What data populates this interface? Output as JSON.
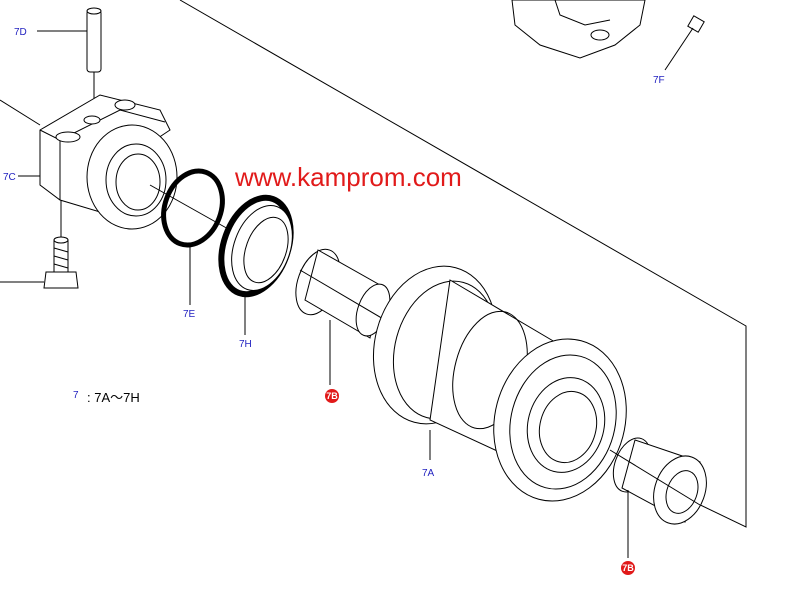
{
  "watermark": "www.kamprom.com",
  "labels": {
    "c7D": "7D",
    "c7C": "7C",
    "c7E": "7E",
    "c7H": "7H",
    "c7A": "7A",
    "c7F": "7F",
    "c7B_1": "7B",
    "c7B_2": "7B"
  },
  "legend": {
    "key": "7",
    "text": ": 7A～7H"
  },
  "colors": {
    "label": "#1f1fbf",
    "watermark": "#e11a1a",
    "badge": "#e11a1a",
    "line": "#000000"
  }
}
